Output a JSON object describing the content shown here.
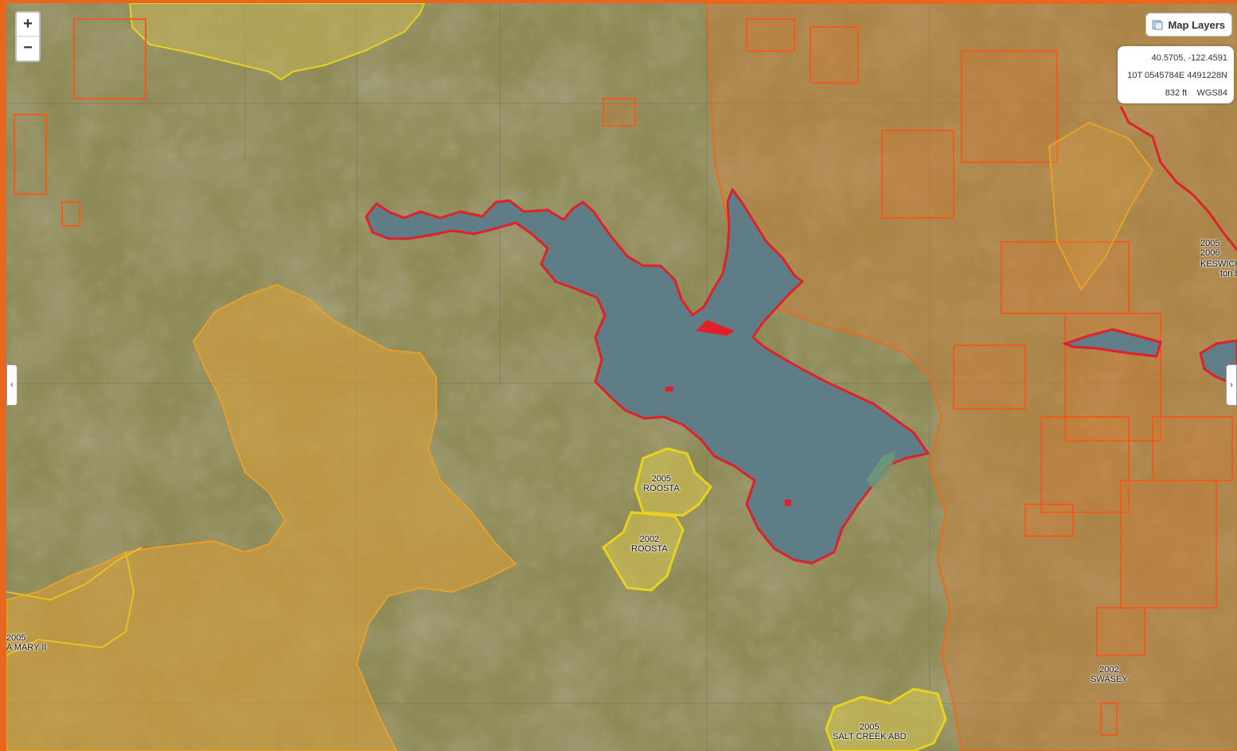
{
  "zoom": {
    "in_label": "+",
    "out_label": "−"
  },
  "layers_button": {
    "label": "Map Layers",
    "icon": "layers-icon"
  },
  "coords": {
    "latlon": "40.5705, -122.4591",
    "utm": "10T 0545784E 4491228N",
    "elev": "832 ft",
    "datum": "WGS84"
  },
  "side_tabs": {
    "left": "‹",
    "right": "›"
  },
  "fire_labels": [
    {
      "year": "2005",
      "name": "ROOSTA"
    },
    {
      "year": "2002",
      "name": "ROOSTA"
    },
    {
      "year": "2005",
      "name": "A MARY II"
    },
    {
      "year": "2002",
      "name": "SWASEY"
    },
    {
      "year": "2005",
      "name": "SALT CREEK ABD"
    },
    {
      "year": "2005",
      "name": "2006"
    },
    {
      "year": "KESWICK",
      "name": "ton B"
    }
  ],
  "colors": {
    "terrain": "#8f8a58",
    "lake": "#5f7e88",
    "lake_outline": "#e0202a",
    "fire_orange": "#e8661e",
    "fire_yellow": "#e8c21c"
  }
}
